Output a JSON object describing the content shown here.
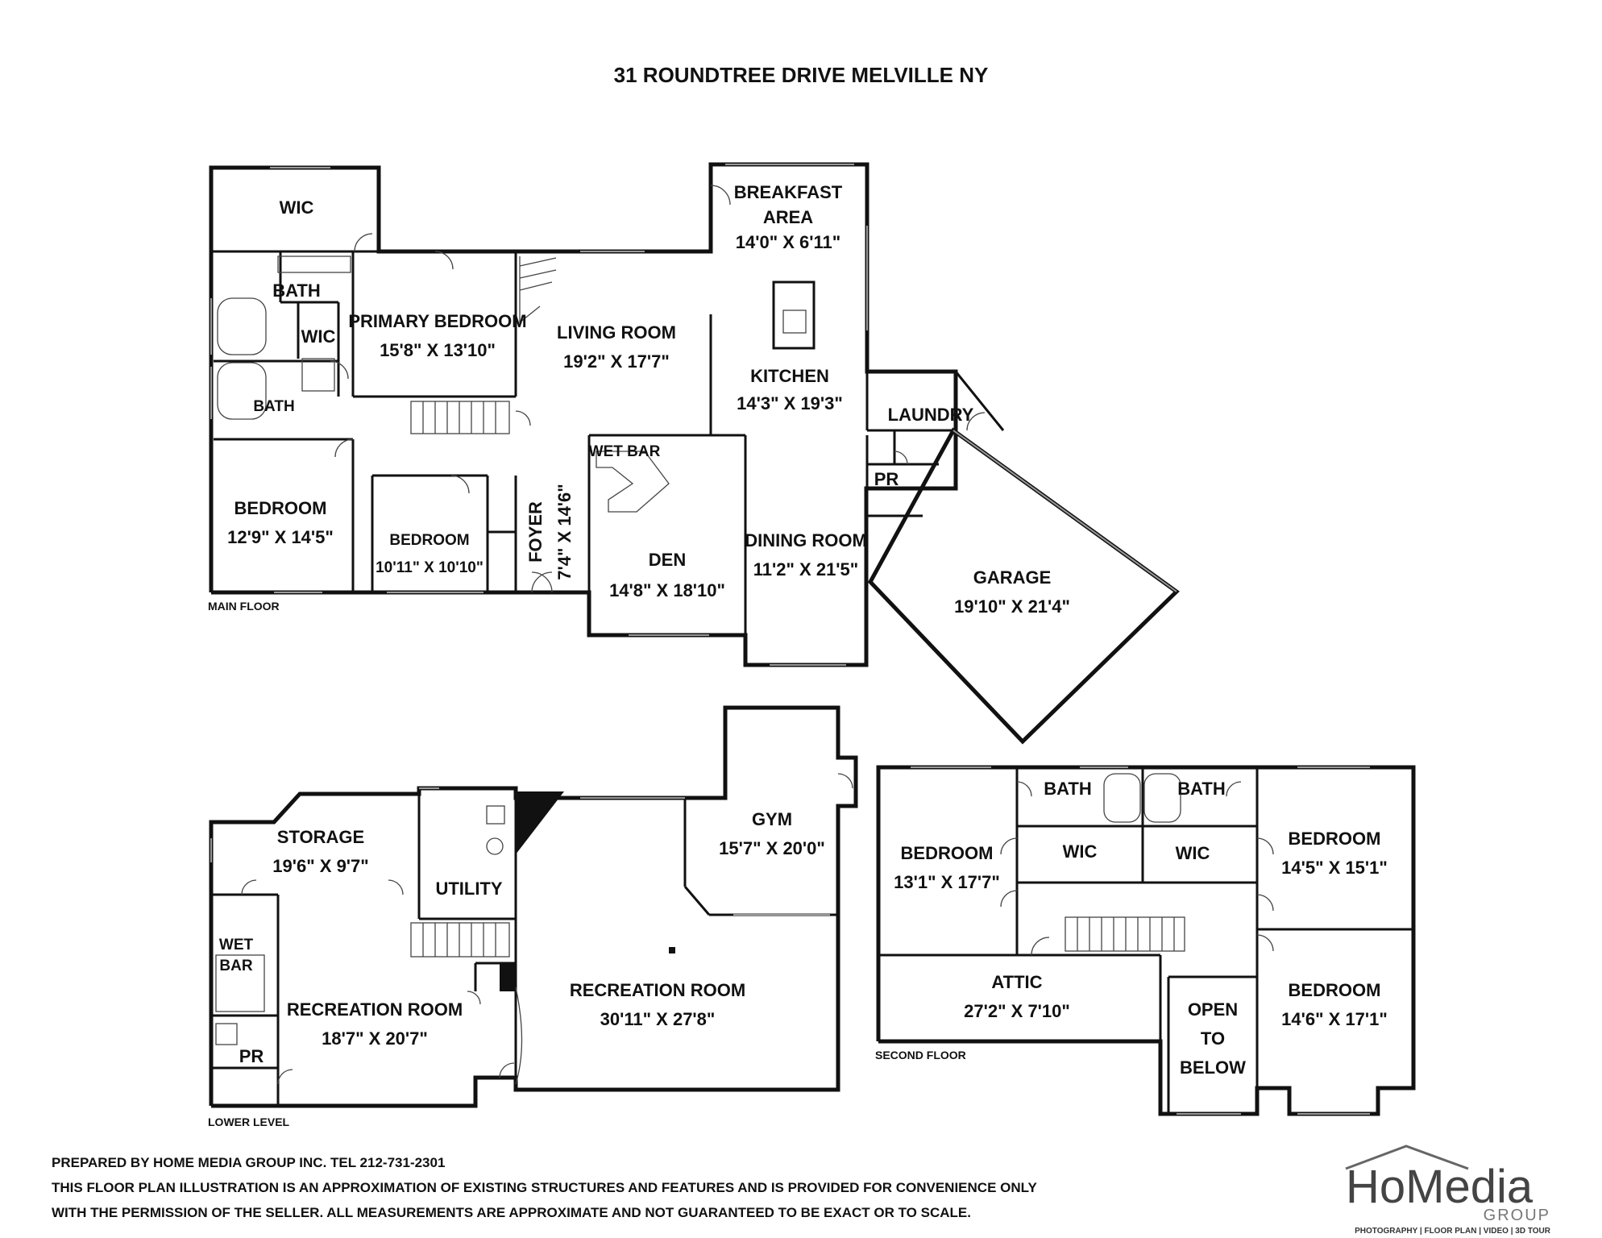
{
  "title": "31 ROUNDTREE DRIVE MELVILLE NY",
  "floors": {
    "main": {
      "label": "MAIN FLOOR",
      "rooms": {
        "wic1": {
          "name": "WIC"
        },
        "bath1": {
          "name": "BATH"
        },
        "wic2": {
          "name": "WIC"
        },
        "primary": {
          "name": "PRIMARY BEDROOM",
          "dims": "15'8\" X 13'10\""
        },
        "bath2": {
          "name": "BATH"
        },
        "living": {
          "name": "LIVING ROOM",
          "dims": "19'2\" X 17'7\""
        },
        "breakfast": {
          "name1": "BREAKFAST",
          "name2": "AREA",
          "dims": "14'0\" X 6'11\""
        },
        "kitchen": {
          "name": "KITCHEN",
          "dims": "14'3\" X 19'3\""
        },
        "laundry": {
          "name": "LAUNDRY"
        },
        "pr": {
          "name": "PR"
        },
        "bedroom1": {
          "name": "BEDROOM",
          "dims": "12'9\" X 14'5\""
        },
        "bedroom2": {
          "name": "BEDROOM",
          "dims": "10'11\" X 10'10\""
        },
        "foyer": {
          "name": "FOYER",
          "dims": "7'4\" X 14'6\""
        },
        "wetbar": {
          "name": "WET BAR"
        },
        "den": {
          "name": "DEN",
          "dims": "14'8\" X 18'10\""
        },
        "dining": {
          "name": "DINING ROOM",
          "dims": "11'2\" X 21'5\""
        },
        "garage": {
          "name": "GARAGE",
          "dims": "19'10\" X 21'4\""
        }
      }
    },
    "lower": {
      "label": "LOWER LEVEL",
      "rooms": {
        "storage": {
          "name": "STORAGE",
          "dims": "19'6\" X 9'7\""
        },
        "utility": {
          "name": "UTILITY"
        },
        "gym": {
          "name": "GYM",
          "dims": "15'7\" X 20'0\""
        },
        "wetbar": {
          "name1": "WET",
          "name2": "BAR"
        },
        "rec1": {
          "name": "RECREATION ROOM",
          "dims": "18'7\" X 20'7\""
        },
        "pr": {
          "name": "PR"
        },
        "rec2": {
          "name": "RECREATION ROOM",
          "dims": "30'11\" X 27'8\""
        }
      }
    },
    "second": {
      "label": "SECOND FLOOR",
      "rooms": {
        "bedroomL": {
          "name": "BEDROOM",
          "dims": "13'1\" X 17'7\""
        },
        "bathA": {
          "name": "BATH"
        },
        "bathB": {
          "name": "BATH"
        },
        "wicA": {
          "name": "WIC"
        },
        "wicB": {
          "name": "WIC"
        },
        "bedroomR1": {
          "name": "BEDROOM",
          "dims": "14'5\" X 15'1\""
        },
        "attic": {
          "name": "ATTIC",
          "dims": "27'2\" X 7'10\""
        },
        "open": {
          "l1": "OPEN",
          "l2": "TO",
          "l3": "BELOW"
        },
        "bedroomR2": {
          "name": "BEDROOM",
          "dims": "14'6\" X 17'1\""
        }
      }
    }
  },
  "footer": {
    "line1": "PREPARED BY  HOME MEDIA GROUP INC.  TEL 212-731-2301",
    "line2": "THIS FLOOR PLAN ILLUSTRATION IS AN APPROXIMATION OF EXISTING STRUCTURES AND FEATURES AND IS PROVIDED FOR CONVENIENCE ONLY",
    "line3": "WITH THE PERMISSION OF THE SELLER. ALL MEASUREMENTS ARE APPROXIMATE AND NOT GUARANTEED TO BE EXACT OR TO SCALE."
  },
  "logo": {
    "brand": "HoMedia",
    "sub": "GROUP",
    "tagline": "PHOTOGRAPHY | FLOOR PLAN | VIDEO | 3D TOUR"
  }
}
